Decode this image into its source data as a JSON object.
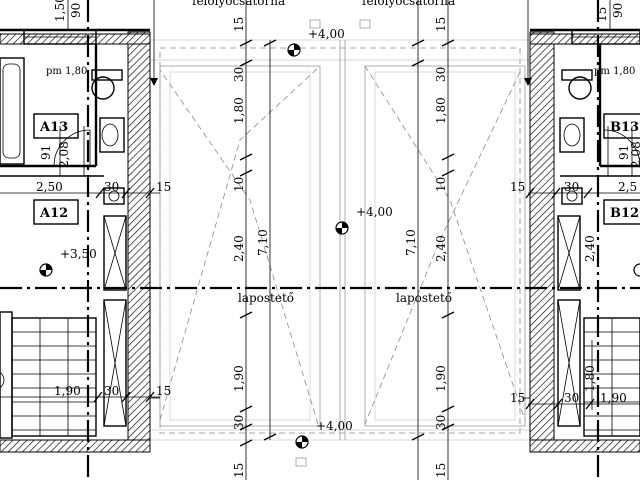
{
  "labels": {
    "gutter_left": "felolyócsatorna",
    "gutter_right": "felolyócsatorna",
    "roof_left": "lapostető",
    "roof_right": "lapostető",
    "level_top": "+4,00",
    "level_center": "+4,00",
    "level_bottom": "+4,00",
    "level_room": "+3,50",
    "pm_left": "pm 1,80",
    "pm_right": "pm 1,80"
  },
  "rooms": {
    "a13": "A13",
    "a12": "A12",
    "b13": "B13",
    "b12": "B12"
  },
  "dimensions": {
    "left_top_150": "1,50",
    "left_top_90": "90",
    "door_91": "91",
    "door_208": "2,08",
    "width_250": "2,50",
    "width_30": "30",
    "width_15": "15",
    "bottom_190": "1,90",
    "bottom_30": "30",
    "bottom_15": "15",
    "chain_15_top": "15",
    "chain_30_a": "30",
    "chain_180": "1,80",
    "chain_10": "10",
    "chain_240": "2,40",
    "chain_190": "1,90",
    "chain_30_b": "30",
    "chain_15_bottom": "15",
    "total_710": "7,10",
    "right_15": "15",
    "right_30": "30",
    "right_250": "2,5",
    "right_91": "91",
    "right_208": "2,08",
    "right_240": "2,40",
    "right_180": "1,80",
    "right_30b": "30",
    "right_190": "1,90",
    "right_15b": "15",
    "right_top_15": "15",
    "right_top_90": "90"
  },
  "colors": {
    "line": "#000000",
    "hatch": "#000000",
    "dashed": "#8a8a8a",
    "background": "#ffffff"
  }
}
